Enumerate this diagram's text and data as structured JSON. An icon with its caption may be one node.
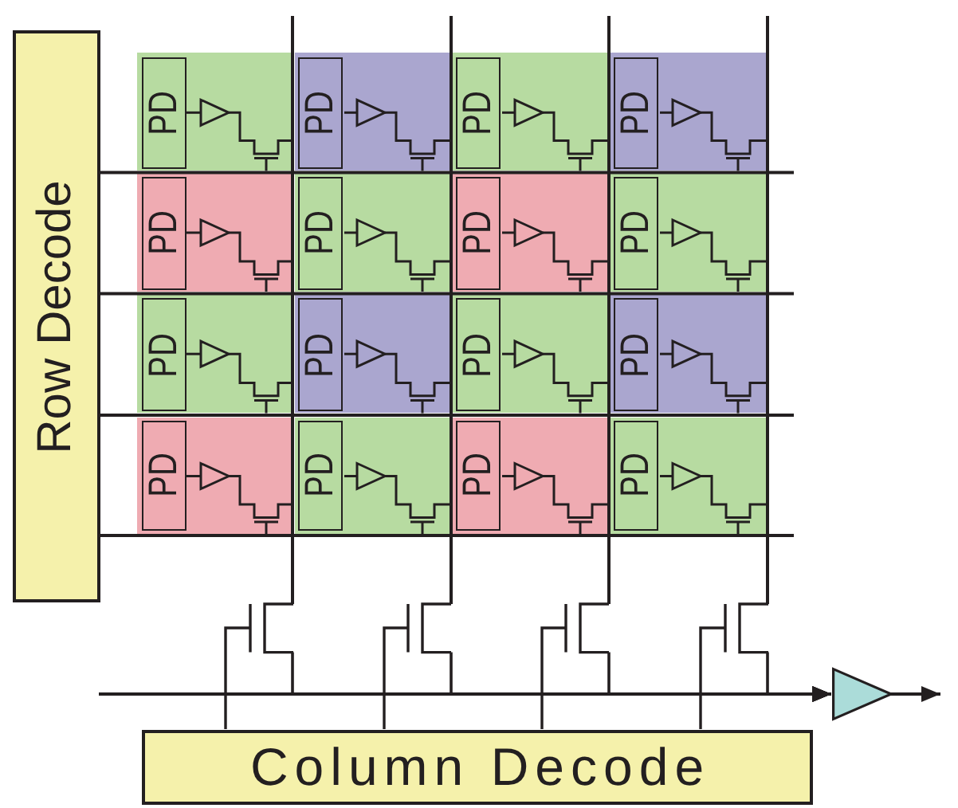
{
  "diagram": {
    "nodes": [
      {
        "text": [
          "Row Decode"
        ]
      },
      {
        "text": [],
        "shape": "box"
      },
      {
        "text": [
          "PD"
        ],
        "in": 1
      },
      {
        "text": [],
        "shape": "box"
      },
      {
        "text": [
          "PD"
        ],
        "in": 3
      },
      {
        "text": [],
        "shape": "box"
      },
      {
        "text": [
          "PD"
        ],
        "in": 5
      },
      {
        "text": [],
        "shape": "box"
      },
      {
        "text": [
          "PD"
        ],
        "in": 7
      },
      {
        "text": [],
        "shape": "box"
      },
      {
        "text": [
          "PD"
        ],
        "in": 9
      },
      {
        "text": [],
        "shape": "box"
      },
      {
        "text": [
          "PD"
        ],
        "in": 11
      },
      {
        "text": [],
        "shape": "box"
      },
      {
        "text": [
          "PD"
        ],
        "in": 13
      },
      {
        "text": [],
        "shape": "box"
      },
      {
        "text": [
          "PD"
        ],
        "in": 15
      },
      {
        "text": [],
        "shape": "box"
      },
      {
        "text": [
          "PD"
        ],
        "in": 17
      },
      {
        "text": [],
        "shape": "box"
      },
      {
        "text": [
          "PD"
        ],
        "in": 19
      },
      {
        "text": [],
        "shape": "box"
      },
      {
        "text": [
          "PD"
        ],
        "in": 21
      },
      {
        "text": [],
        "shape": "box"
      },
      {
        "text": [
          "PD"
        ],
        "in": 23
      },
      {
        "text": [],
        "shape": "box"
      },
      {
        "text": [
          "PD"
        ],
        "in": 25
      },
      {
        "text": [],
        "shape": "box"
      },
      {
        "text": [
          "PD"
        ],
        "in": 27
      },
      {
        "text": [],
        "shape": "box"
      },
      {
        "text": [
          "PD"
        ],
        "in": 29
      },
      {
        "text": [],
        "shape": "box"
      },
      {
        "text": [
          "PD"
        ],
        "in": 31
      },
      {
        "text": [],
        "shape": "transistor"
      },
      {
        "text": [],
        "shape": "transistor"
      },
      {
        "text": [],
        "shape": "transistor"
      },
      {
        "text": [],
        "shape": "transistor"
      },
      {
        "text": [],
        "shape": "triangle"
      },
      {
        "text": [
          "Column Decode"
        ]
      }
    ],
    "edges": [
      {
        "from": 0,
        "to": null,
        "arrow": "none"
      },
      {
        "from": 0,
        "to": null,
        "arrow": "none"
      },
      {
        "from": 0,
        "to": null,
        "arrow": "none"
      },
      {
        "from": 0,
        "to": null,
        "arrow": "none"
      },
      {
        "from": null,
        "to": 33,
        "arrow": "none"
      },
      {
        "from": null,
        "to": 34,
        "arrow": "none"
      },
      {
        "from": null,
        "to": 35,
        "arrow": "none"
      },
      {
        "from": null,
        "to": 36,
        "arrow": "none"
      },
      {
        "from": 38,
        "to": 33,
        "arrow": "none"
      },
      {
        "from": 38,
        "to": 34,
        "arrow": "none"
      },
      {
        "from": 38,
        "to": 35,
        "arrow": "none"
      },
      {
        "from": 38,
        "to": 36,
        "arrow": "none"
      },
      {
        "from": 33,
        "to": 37,
        "arrow": "to"
      },
      {
        "from": 34,
        "to": 37,
        "arrow": "to"
      },
      {
        "from": 35,
        "to": 37,
        "arrow": "to"
      },
      {
        "from": 36,
        "to": 37,
        "arrow": "to"
      },
      {
        "from": null,
        "to": 37,
        "arrow": "to"
      },
      {
        "from": 37,
        "to": null,
        "arrow": "to"
      },
      {
        "from": 1,
        "to": 33,
        "arrow": "none"
      },
      {
        "from": 3,
        "to": 34,
        "arrow": "none"
      },
      {
        "from": 5,
        "to": 35,
        "arrow": "none"
      },
      {
        "from": 7,
        "to": 36,
        "arrow": "none"
      },
      {
        "from": 9,
        "to": 33,
        "arrow": "none"
      },
      {
        "from": 11,
        "to": 34,
        "arrow": "none"
      },
      {
        "from": 13,
        "to": 35,
        "arrow": "none"
      },
      {
        "from": 15,
        "to": 36,
        "arrow": "none"
      },
      {
        "from": 17,
        "to": 33,
        "arrow": "none"
      },
      {
        "from": 19,
        "to": 34,
        "arrow": "none"
      },
      {
        "from": 21,
        "to": 35,
        "arrow": "none"
      },
      {
        "from": 23,
        "to": 36,
        "arrow": "none"
      },
      {
        "from": 25,
        "to": 33,
        "arrow": "none"
      },
      {
        "from": 27,
        "to": 34,
        "arrow": "none"
      },
      {
        "from": 29,
        "to": 35,
        "arrow": "none"
      },
      {
        "from": 31,
        "to": 36,
        "arrow": "none"
      }
    ]
  }
}
